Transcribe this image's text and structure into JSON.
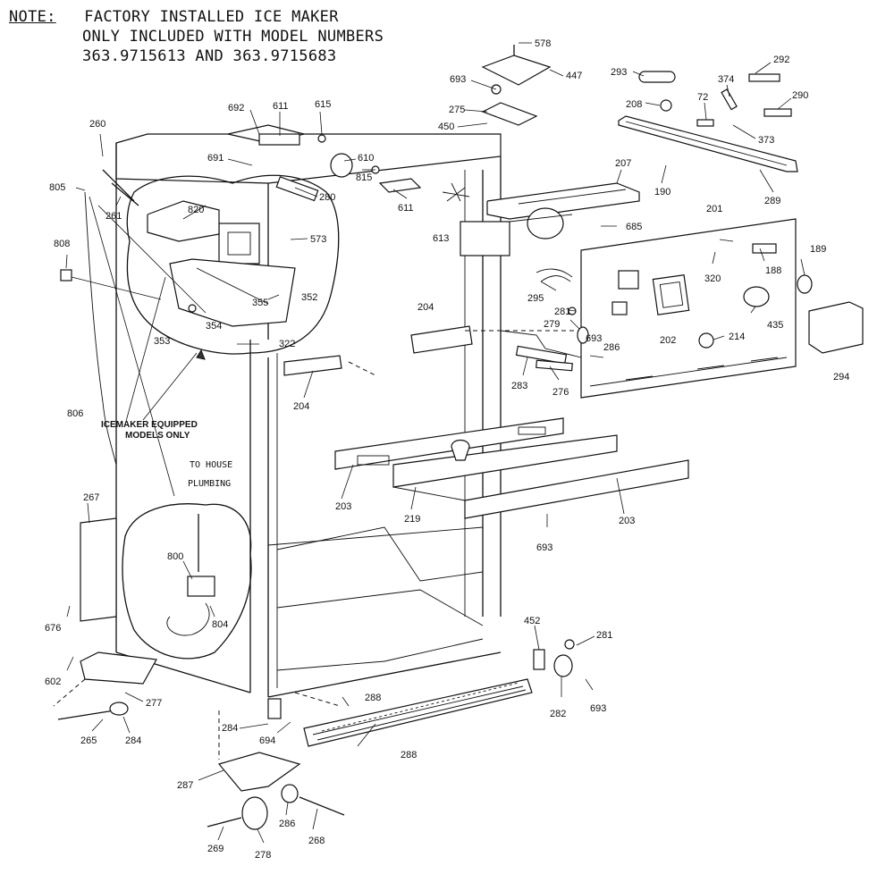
{
  "note": {
    "label": "NOTE:",
    "line1": "FACTORY INSTALLED ICE MAKER",
    "line2": "ONLY INCLUDED WITH MODEL NUMBERS",
    "line3": "363.9715613 AND 363.9715683"
  },
  "captions": {
    "icemaker_line1": "ICEMAKER EQUIPPED",
    "icemaker_line2": "MODELS ONLY",
    "plumbing_line1": "TO HOUSE",
    "plumbing_line2": "PLUMBING"
  },
  "callouts": {
    "c578": "578",
    "c447": "447",
    "c693a": "693",
    "c275": "275",
    "c450": "450",
    "c293": "293",
    "c292": "292",
    "c374": "374",
    "c208": "208",
    "c72": "72",
    "c290": "290",
    "c373": "373",
    "c289": "289",
    "c190": "190",
    "c207": "207",
    "c692": "692",
    "c611a": "611",
    "c615": "615",
    "c691": "691",
    "c610": "610",
    "c815": "815",
    "c611b": "611",
    "c613": "613",
    "c685": "685",
    "c260": "260",
    "c805": "805",
    "c261": "261",
    "c820": "820",
    "c280": "280",
    "c573": "573",
    "c808": "808",
    "c355": "355",
    "c352": "352",
    "c354": "354",
    "c353": "353",
    "c322": "322",
    "c201": "201",
    "c189": "189",
    "c188": "188",
    "c320": "320",
    "c295": "295",
    "c281a": "281",
    "c286a": "286",
    "c202": "202",
    "c435": "435",
    "c214": "214",
    "c204a": "204",
    "c279": "279",
    "c693b": "693",
    "c283": "283",
    "c276": "276",
    "c294": "294",
    "c204b": "204",
    "c806": "806",
    "c203a": "203",
    "c219": "219",
    "c203b": "203",
    "c693c": "693",
    "c267a": "267",
    "c800": "800",
    "c804": "804",
    "c676": "676",
    "c602": "602",
    "c277": "277",
    "c452": "452",
    "c281b": "281",
    "c288a": "288",
    "c282": "282",
    "c693d": "693",
    "c265": "265",
    "c284a": "284",
    "c284b": "284",
    "c694": "694",
    "c288b": "288",
    "c287": "287",
    "c286b": "286",
    "c268": "268",
    "c269": "269",
    "c278": "278"
  }
}
